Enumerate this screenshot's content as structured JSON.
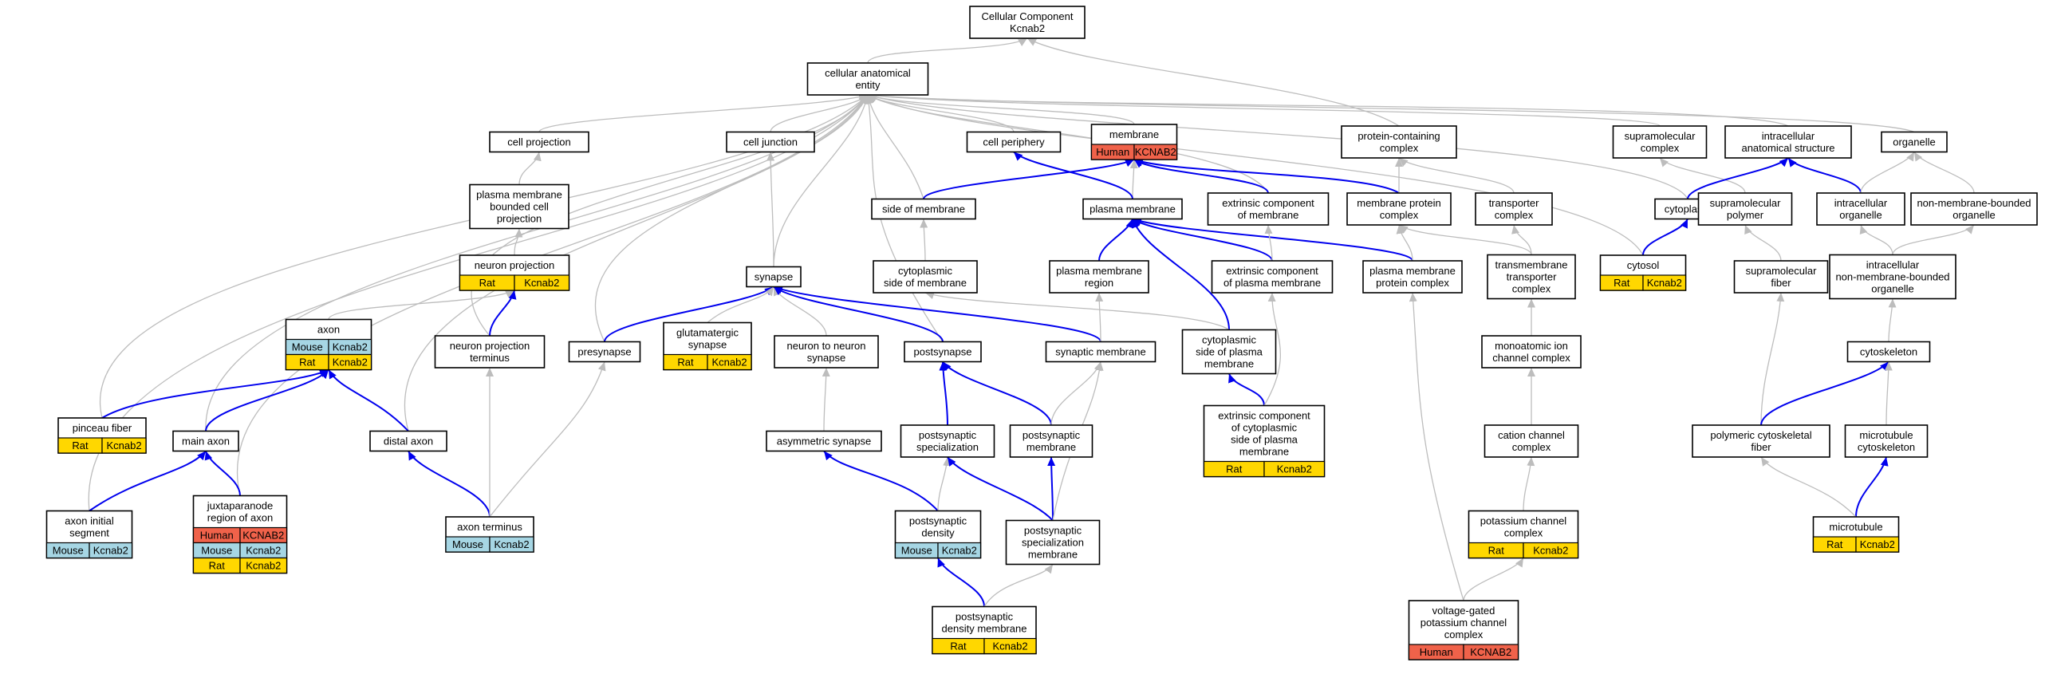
{
  "title": "Cellular Component",
  "colors": {
    "Human": "#f0624a",
    "Mouse": "#a6d6e4",
    "Rat": "#ffd700",
    "edge_is_a": "#bdbdbd",
    "edge_part_of": "#0000ee"
  },
  "nodes": {
    "root": {
      "lines": [
        "Cellular Component",
        "Kcnab2"
      ]
    },
    "cae": {
      "lines": [
        "cellular anatomical",
        "entity"
      ]
    },
    "cellproj": {
      "lines": [
        "cell projection"
      ]
    },
    "celljunc": {
      "lines": [
        "cell junction"
      ]
    },
    "cellper": {
      "lines": [
        "cell periphery"
      ]
    },
    "membrane": {
      "lines": [
        "membrane"
      ],
      "tags": [
        [
          "Human",
          "KCNAB2"
        ]
      ]
    },
    "protcont": {
      "lines": [
        "protein-containing",
        "complex"
      ]
    },
    "supramol": {
      "lines": [
        "supramolecular",
        "complex"
      ]
    },
    "intracell": {
      "lines": [
        "intracellular",
        "anatomical structure"
      ]
    },
    "organelle": {
      "lines": [
        "organelle"
      ]
    },
    "pmbcp": {
      "lines": [
        "plasma membrane",
        "bounded cell",
        "projection"
      ]
    },
    "sideofmem": {
      "lines": [
        "side of membrane"
      ]
    },
    "plasmamem": {
      "lines": [
        "plasma membrane"
      ]
    },
    "extrcomp": {
      "lines": [
        "extrinsic component",
        "of membrane"
      ]
    },
    "memprotcomp": {
      "lines": [
        "membrane protein",
        "complex"
      ]
    },
    "transpcomp": {
      "lines": [
        "transporter",
        "complex"
      ]
    },
    "cytoplasm": {
      "lines": [
        "cytoplasm"
      ]
    },
    "supramolpoly": {
      "lines": [
        "supramolecular",
        "polymer"
      ]
    },
    "intraorg": {
      "lines": [
        "intracellular",
        "organelle"
      ]
    },
    "nonmemorg": {
      "lines": [
        "non-membrane-bounded",
        "organelle"
      ]
    },
    "neuronproj": {
      "lines": [
        "neuron projection"
      ],
      "tags": [
        [
          "Rat",
          "Kcnab2"
        ]
      ]
    },
    "synapse": {
      "lines": [
        "synapse"
      ]
    },
    "cytoside": {
      "lines": [
        "cytoplasmic",
        "side of membrane"
      ]
    },
    "pmregion": {
      "lines": [
        "plasma membrane",
        "region"
      ]
    },
    "extrpm": {
      "lines": [
        "extrinsic component",
        "of plasma membrane"
      ]
    },
    "pmprotcomp": {
      "lines": [
        "plasma membrane",
        "protein complex"
      ]
    },
    "tmtransp": {
      "lines": [
        "transmembrane",
        "transporter",
        "complex"
      ]
    },
    "cytosol": {
      "lines": [
        "cytosol"
      ],
      "tags": [
        [
          "Rat",
          "Kcnab2"
        ]
      ]
    },
    "supramolfiber": {
      "lines": [
        "supramolecular",
        "fiber"
      ]
    },
    "intranonmem": {
      "lines": [
        "intracellular",
        "non-membrane-bounded",
        "organelle"
      ]
    },
    "axon": {
      "lines": [
        "axon"
      ],
      "tags": [
        [
          "Mouse",
          "Kcnab2"
        ],
        [
          "Rat",
          "Kcnab2"
        ]
      ]
    },
    "npterm": {
      "lines": [
        "neuron projection",
        "terminus"
      ]
    },
    "presynapse": {
      "lines": [
        "presynapse"
      ]
    },
    "glutsyn": {
      "lines": [
        "glutamatergic",
        "synapse"
      ],
      "tags": [
        [
          "Rat",
          "Kcnab2"
        ]
      ]
    },
    "n2nsyn": {
      "lines": [
        "neuron to neuron",
        "synapse"
      ]
    },
    "postsynapse": {
      "lines": [
        "postsynapse"
      ]
    },
    "synmem": {
      "lines": [
        "synaptic membrane"
      ]
    },
    "cytosidepm": {
      "lines": [
        "cytoplasmic",
        "side of plasma",
        "membrane"
      ]
    },
    "monoion": {
      "lines": [
        "monoatomic ion",
        "channel complex"
      ]
    },
    "cytoskeleton": {
      "lines": [
        "cytoskeleton"
      ]
    },
    "pinceau": {
      "lines": [
        "pinceau fiber"
      ],
      "tags": [
        [
          "Rat",
          "Kcnab2"
        ]
      ]
    },
    "mainaxon": {
      "lines": [
        "main axon"
      ]
    },
    "distalaxon": {
      "lines": [
        "distal axon"
      ]
    },
    "asymsyn": {
      "lines": [
        "asymmetric synapse"
      ]
    },
    "postspec": {
      "lines": [
        "postsynaptic",
        "specialization"
      ]
    },
    "postmem": {
      "lines": [
        "postsynaptic",
        "membrane"
      ]
    },
    "extrcytopm": {
      "lines": [
        "extrinsic component",
        "of cytoplasmic",
        "side of plasma",
        "membrane"
      ],
      "tags": [
        [
          "Rat",
          "Kcnab2"
        ]
      ]
    },
    "cationchan": {
      "lines": [
        "cation channel",
        "complex"
      ]
    },
    "polycyto": {
      "lines": [
        "polymeric cytoskeletal",
        "fiber"
      ]
    },
    "microcyto": {
      "lines": [
        "microtubule",
        "cytoskeleton"
      ]
    },
    "axoninit": {
      "lines": [
        "axon initial",
        "segment"
      ],
      "tags": [
        [
          "Mouse",
          "Kcnab2"
        ]
      ]
    },
    "juxta": {
      "lines": [
        "juxtaparanode",
        "region of axon"
      ],
      "tags": [
        [
          "Human",
          "KCNAB2"
        ],
        [
          "Mouse",
          "Kcnab2"
        ],
        [
          "Rat",
          "Kcnab2"
        ]
      ]
    },
    "axonterm": {
      "lines": [
        "axon terminus"
      ],
      "tags": [
        [
          "Mouse",
          "Kcnab2"
        ]
      ]
    },
    "postdens": {
      "lines": [
        "postsynaptic",
        "density"
      ],
      "tags": [
        [
          "Mouse",
          "Kcnab2"
        ]
      ]
    },
    "postspecmem": {
      "lines": [
        "postsynaptic",
        "specialization",
        "membrane"
      ]
    },
    "potchan": {
      "lines": [
        "potassium channel",
        "complex"
      ],
      "tags": [
        [
          "Rat",
          "Kcnab2"
        ]
      ]
    },
    "microtubule": {
      "lines": [
        "microtubule"
      ],
      "tags": [
        [
          "Rat",
          "Kcnab2"
        ]
      ]
    },
    "postdensmem": {
      "lines": [
        "postsynaptic",
        "density membrane"
      ],
      "tags": [
        [
          "Rat",
          "Kcnab2"
        ]
      ]
    },
    "vgpc": {
      "lines": [
        "voltage-gated",
        "potassium channel",
        "complex"
      ],
      "tags": [
        [
          "Human",
          "KCNAB2"
        ]
      ]
    }
  },
  "edges": [
    {
      "from": "cae",
      "to": "root",
      "rel": "is_a"
    },
    {
      "from": "protcont",
      "to": "root",
      "rel": "is_a"
    },
    {
      "from": "cellproj",
      "to": "cae",
      "rel": "is_a"
    },
    {
      "from": "celljunc",
      "to": "cae",
      "rel": "is_a"
    },
    {
      "from": "cellper",
      "to": "cae",
      "rel": "is_a"
    },
    {
      "from": "membrane",
      "to": "cae",
      "rel": "is_a"
    },
    {
      "from": "supramol",
      "to": "cae",
      "rel": "is_a"
    },
    {
      "from": "intracell",
      "to": "cae",
      "rel": "is_a"
    },
    {
      "from": "organelle",
      "to": "cae",
      "rel": "is_a"
    },
    {
      "from": "sideofmem",
      "to": "cae",
      "rel": "is_a"
    },
    {
      "from": "extrcomp",
      "to": "cae",
      "rel": "is_a"
    },
    {
      "from": "cytoplasm",
      "to": "cae",
      "rel": "is_a"
    },
    {
      "from": "cytosol",
      "to": "cae",
      "rel": "is_a"
    },
    {
      "from": "synapse",
      "to": "cae",
      "rel": "is_a"
    },
    {
      "from": "npterm",
      "to": "cae",
      "rel": "is_a"
    },
    {
      "from": "presynapse",
      "to": "cae",
      "rel": "is_a"
    },
    {
      "from": "postsynapse",
      "to": "cae",
      "rel": "is_a"
    },
    {
      "from": "pinceau",
      "to": "cae",
      "rel": "is_a"
    },
    {
      "from": "mainaxon",
      "to": "cae",
      "rel": "is_a"
    },
    {
      "from": "distalaxon",
      "to": "cae",
      "rel": "is_a"
    },
    {
      "from": "axoninit",
      "to": "cae",
      "rel": "is_a"
    },
    {
      "from": "juxta",
      "to": "cae",
      "rel": "is_a"
    },
    {
      "from": "pmbcp",
      "to": "cellproj",
      "rel": "is_a"
    },
    {
      "from": "neuronproj",
      "to": "pmbcp",
      "rel": "is_a"
    },
    {
      "from": "axon",
      "to": "neuronproj",
      "rel": "is_a"
    },
    {
      "from": "npterm",
      "to": "neuronproj",
      "rel": "part_of"
    },
    {
      "from": "synapse",
      "to": "celljunc",
      "rel": "is_a"
    },
    {
      "from": "sideofmem",
      "to": "membrane",
      "rel": "part_of"
    },
    {
      "from": "plasmamem",
      "to": "membrane",
      "rel": "is_a"
    },
    {
      "from": "plasmamem",
      "to": "cellper",
      "rel": "part_of"
    },
    {
      "from": "extrcomp",
      "to": "membrane",
      "rel": "part_of"
    },
    {
      "from": "memprotcomp",
      "to": "membrane",
      "rel": "part_of"
    },
    {
      "from": "memprotcomp",
      "to": "protcont",
      "rel": "is_a"
    },
    {
      "from": "transpcomp",
      "to": "protcont",
      "rel": "is_a"
    },
    {
      "from": "supramolpoly",
      "to": "supramol",
      "rel": "is_a"
    },
    {
      "from": "cytoplasm",
      "to": "intracell",
      "rel": "part_of"
    },
    {
      "from": "intraorg",
      "to": "intracell",
      "rel": "part_of"
    },
    {
      "from": "intraorg",
      "to": "organelle",
      "rel": "is_a"
    },
    {
      "from": "nonmemorg",
      "to": "organelle",
      "rel": "is_a"
    },
    {
      "from": "pmregion",
      "to": "plasmamem",
      "rel": "part_of"
    },
    {
      "from": "extrpm",
      "to": "plasmamem",
      "rel": "part_of"
    },
    {
      "from": "pmprotcomp",
      "to": "plasmamem",
      "rel": "part_of"
    },
    {
      "from": "cytosidepm",
      "to": "plasmamem",
      "rel": "part_of"
    },
    {
      "from": "cytoside",
      "to": "sideofmem",
      "rel": "is_a"
    },
    {
      "from": "extrpm",
      "to": "extrcomp",
      "rel": "is_a"
    },
    {
      "from": "pmprotcomp",
      "to": "memprotcomp",
      "rel": "is_a"
    },
    {
      "from": "tmtransp",
      "to": "transpcomp",
      "rel": "is_a"
    },
    {
      "from": "tmtransp",
      "to": "memprotcomp",
      "rel": "is_a"
    },
    {
      "from": "cytosol",
      "to": "cytoplasm",
      "rel": "part_of"
    },
    {
      "from": "supramolfiber",
      "to": "supramolpoly",
      "rel": "is_a"
    },
    {
      "from": "intranonmem",
      "to": "intraorg",
      "rel": "is_a"
    },
    {
      "from": "intranonmem",
      "to": "nonmemorg",
      "rel": "is_a"
    },
    {
      "from": "presynapse",
      "to": "synapse",
      "rel": "part_of"
    },
    {
      "from": "glutsyn",
      "to": "synapse",
      "rel": "is_a"
    },
    {
      "from": "n2nsyn",
      "to": "synapse",
      "rel": "is_a"
    },
    {
      "from": "postsynapse",
      "to": "synapse",
      "rel": "part_of"
    },
    {
      "from": "synmem",
      "to": "synapse",
      "rel": "part_of"
    },
    {
      "from": "synmem",
      "to": "pmregion",
      "rel": "is_a"
    },
    {
      "from": "cytosidepm",
      "to": "cytoside",
      "rel": "is_a"
    },
    {
      "from": "extrcytopm",
      "to": "cytosidepm",
      "rel": "part_of"
    },
    {
      "from": "extrcytopm",
      "to": "extrpm",
      "rel": "is_a"
    },
    {
      "from": "vgpc",
      "to": "pmprotcomp",
      "rel": "is_a"
    },
    {
      "from": "monoion",
      "to": "tmtransp",
      "rel": "is_a"
    },
    {
      "from": "cationchan",
      "to": "monoion",
      "rel": "is_a"
    },
    {
      "from": "potchan",
      "to": "cationchan",
      "rel": "is_a"
    },
    {
      "from": "vgpc",
      "to": "potchan",
      "rel": "is_a"
    },
    {
      "from": "polycyto",
      "to": "supramolfiber",
      "rel": "is_a"
    },
    {
      "from": "cytoskeleton",
      "to": "intranonmem",
      "rel": "is_a"
    },
    {
      "from": "polycyto",
      "to": "cytoskeleton",
      "rel": "part_of"
    },
    {
      "from": "microcyto",
      "to": "cytoskeleton",
      "rel": "is_a"
    },
    {
      "from": "microtubule",
      "to": "microcyto",
      "rel": "part_of"
    },
    {
      "from": "microtubule",
      "to": "polycyto",
      "rel": "is_a"
    },
    {
      "from": "pinceau",
      "to": "axon",
      "rel": "part_of"
    },
    {
      "from": "mainaxon",
      "to": "axon",
      "rel": "part_of"
    },
    {
      "from": "distalaxon",
      "to": "axon",
      "rel": "part_of"
    },
    {
      "from": "axoninit",
      "to": "mainaxon",
      "rel": "part_of"
    },
    {
      "from": "juxta",
      "to": "mainaxon",
      "rel": "part_of"
    },
    {
      "from": "axonterm",
      "to": "distalaxon",
      "rel": "part_of"
    },
    {
      "from": "axonterm",
      "to": "npterm",
      "rel": "is_a"
    },
    {
      "from": "axonterm",
      "to": "presynapse",
      "rel": "is_a"
    },
    {
      "from": "asymsyn",
      "to": "n2nsyn",
      "rel": "is_a"
    },
    {
      "from": "postspec",
      "to": "postsynapse",
      "rel": "part_of"
    },
    {
      "from": "postmem",
      "to": "postsynapse",
      "rel": "part_of"
    },
    {
      "from": "postmem",
      "to": "synmem",
      "rel": "is_a"
    },
    {
      "from": "postdens",
      "to": "asymsyn",
      "rel": "part_of"
    },
    {
      "from": "postdens",
      "to": "postspec",
      "rel": "is_a"
    },
    {
      "from": "postspecmem",
      "to": "postspec",
      "rel": "part_of"
    },
    {
      "from": "postspecmem",
      "to": "postmem",
      "rel": "part_of"
    },
    {
      "from": "postspecmem",
      "to": "synmem",
      "rel": "is_a"
    },
    {
      "from": "postdensmem",
      "to": "postdens",
      "rel": "part_of"
    },
    {
      "from": "postdensmem",
      "to": "postspecmem",
      "rel": "is_a"
    }
  ]
}
